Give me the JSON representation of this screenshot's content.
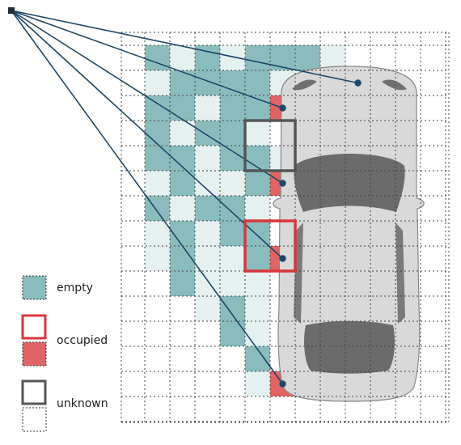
{
  "legend": {
    "empty_label": "empty",
    "occupied_label": "occupied",
    "unknown_label": "unknown"
  },
  "colors": {
    "empty_strong": "#8bbcbd",
    "empty_light": "#e5f0f1",
    "occupied": "#e06466",
    "occupied_outline": "#d9363c",
    "unknown_outline": "#555555",
    "ray": "#1f4766",
    "car_body": "#d9d9d9",
    "car_dark": "#6b6b6b"
  },
  "icons": [
    "sensor-icon",
    "car-icon"
  ]
}
